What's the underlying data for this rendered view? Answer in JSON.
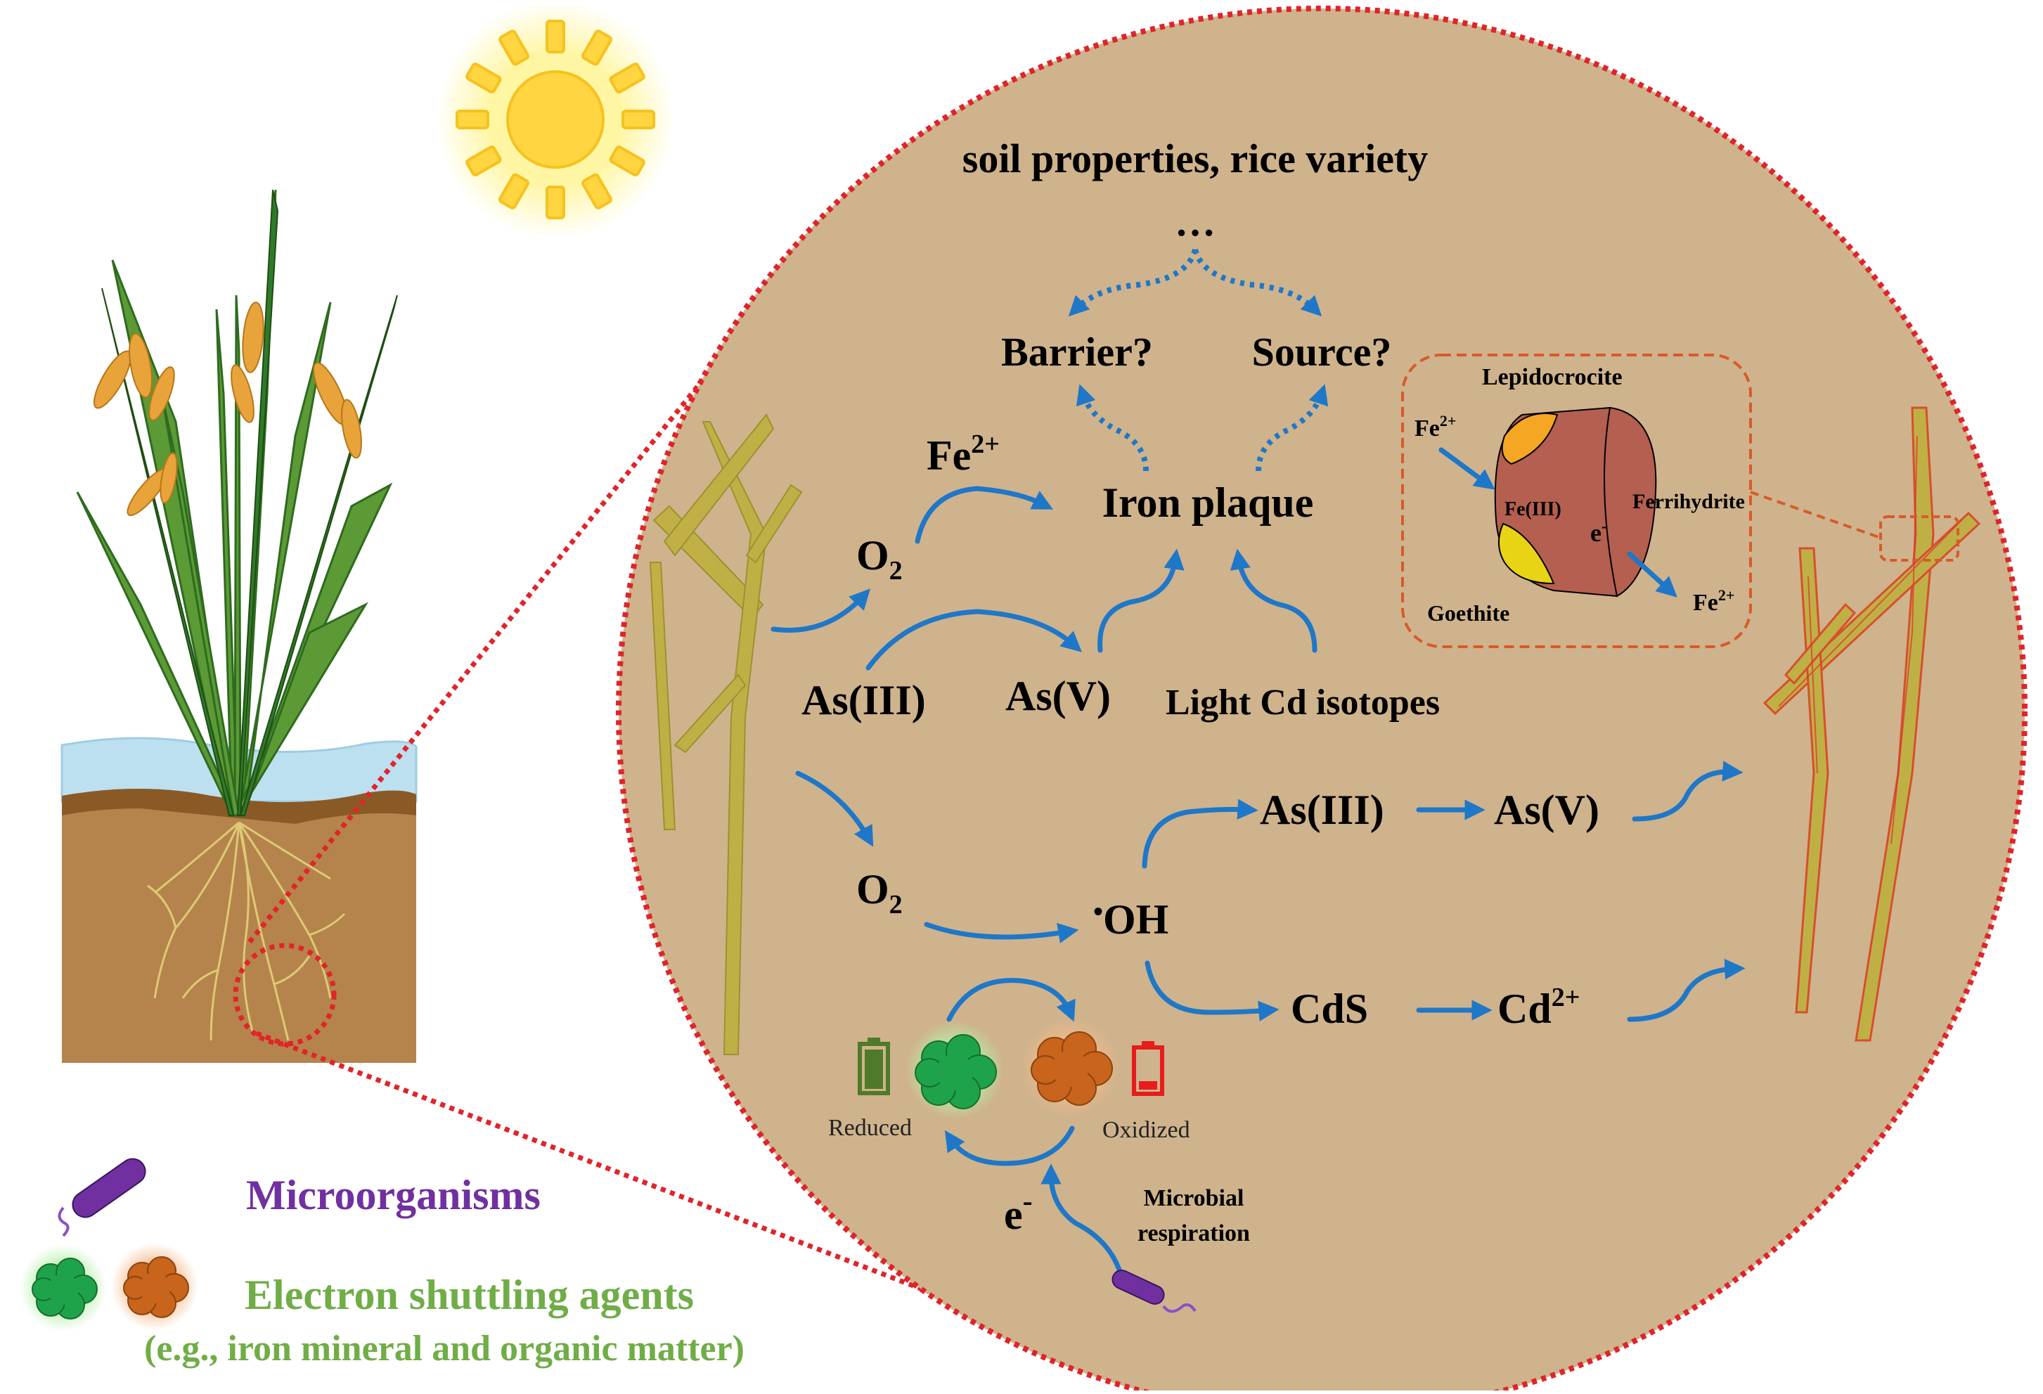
{
  "top": {
    "line1": "soil properties, rice variety",
    "line2": "…",
    "barrier": "Barrier?",
    "source": "Source?",
    "iron_plaque": "Iron plaque"
  },
  "species": {
    "fe2_upper": "Fe",
    "fe2_upper_sup": "2+",
    "o2_upper": "O",
    "o2_upper_sub": "2",
    "as3_left": "As(III)",
    "as5_left": "As(V)",
    "light_cd": "Light Cd isotopes",
    "o2_lower": "O",
    "o2_lower_sub": "2",
    "oh_radical_dot": "•",
    "oh_radical": "OH",
    "as3_right": "As(III)",
    "as5_right": "As(V)",
    "cds": "CdS",
    "cd2": "Cd",
    "cd2_sup": "2+"
  },
  "inset": {
    "lepidocrocite": "Lepidocrocite",
    "ferrihydrite": "Ferrihydrite",
    "goethite": "Goethite",
    "fe3": "Fe(III)",
    "electron": "e",
    "electron_sup": "-",
    "fe2_in": "Fe",
    "fe2_in_sup": "2+",
    "fe2_out": "Fe",
    "fe2_out_sup": "2+"
  },
  "shuttle": {
    "reduced": "Reduced",
    "oxidized": "Oxidized",
    "electron": "e",
    "electron_sup": "-",
    "microbial_line1": "Microbial",
    "microbial_line2": "respiration"
  },
  "legend": {
    "microorganisms": "Microorganisms",
    "electron_shuttling": "Electron shuttling agents",
    "electron_shuttling_eg": "(e.g., iron mineral and organic matter)"
  },
  "colors": {
    "circle_fill": "#cfb38c",
    "circle_border": "#e0242a",
    "arrow": "#1f77c8",
    "legend_purple": "#7030a0",
    "legend_green": "#70ad47",
    "shuttle_green": "#1ea34a",
    "shuttle_orange": "#c8641b",
    "battery_green": "#4f7a2a",
    "battery_red": "#e81c1c",
    "root_yellow": "#bfb043",
    "soil_brown": "#b5844c",
    "water_blue": "#bde0f0",
    "sun": "#ffd541"
  },
  "icons": [
    "sun-icon",
    "rice-plant-icon",
    "root-icon",
    "bacterium-icon",
    "battery-icon",
    "electron-shuttle-blob-icon"
  ]
}
